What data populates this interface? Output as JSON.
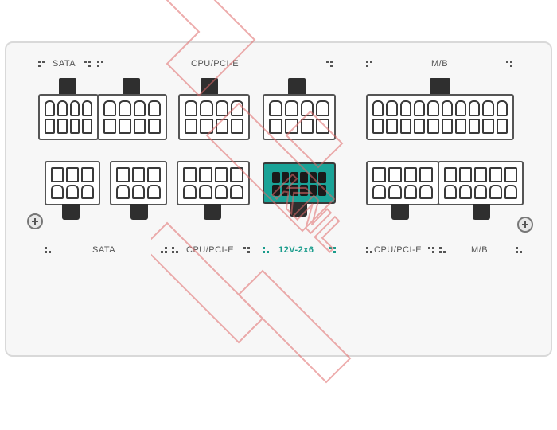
{
  "panel": {
    "top_labels": {
      "sata": "SATA",
      "cpu_pcie": "CPU/PCI-E",
      "mb": "M/B"
    },
    "bottom_labels": {
      "sata": "SATA",
      "cpu_pcie_1": "CPU/PCI-E",
      "pcie5": "12V-2x6",
      "cpu_pcie_2": "CPU/PCI-E",
      "mb": "M/B"
    }
  },
  "watermark": {
    "text": "KNL"
  },
  "colors": {
    "panel_bg": "#f7f7f7",
    "accent": "#1aa397",
    "watermark": "#e06a6a"
  },
  "icons": [
    "screw-icon",
    "screw-icon"
  ]
}
